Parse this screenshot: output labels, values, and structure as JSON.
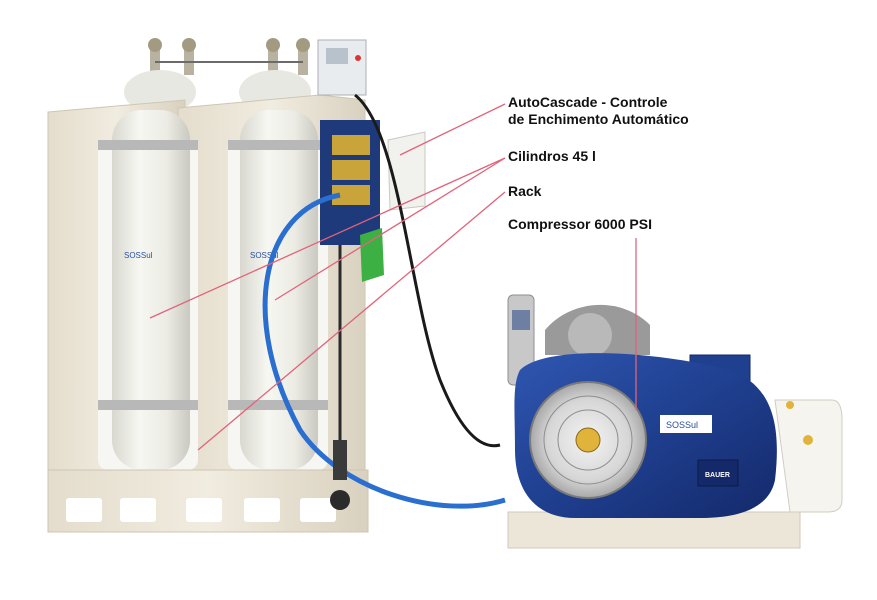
{
  "labels": {
    "autocascade_line1": "AutoCascade - Controle",
    "autocascade_line2": "de Enchimento Automático",
    "cilindros": "Cilindros 45 l",
    "rack": "Rack",
    "compressor": "Compressor 6000 PSI"
  },
  "cylinder_brand": "SOSSul",
  "compressor_brand": "SOSSul",
  "compressor_plate": "BAUER",
  "colors": {
    "leader_line": "#e2637a",
    "rack": "#ece6d8",
    "cylinder": "#efefe9",
    "compressor_blue": "#1f3f8f",
    "hose_blue": "#2a6fd0",
    "green_valve": "#3cb043"
  }
}
